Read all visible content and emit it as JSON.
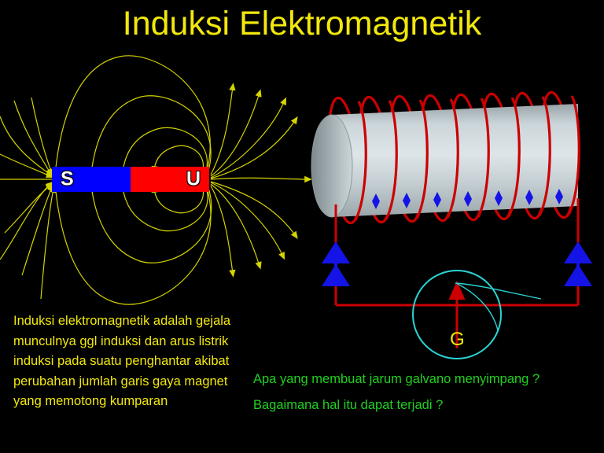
{
  "slide": {
    "title": "Induksi Elektromagnetik",
    "background_color": "#000000",
    "title_color": "#f2e80c"
  },
  "magnet": {
    "south_pole_label": "S",
    "south_pole_color": "#0000ff",
    "north_pole_label": "U",
    "north_pole_color": "#ff0000",
    "label_color": "#ffffff"
  },
  "field_lines": {
    "color": "#d4d400",
    "description": "magnetic-field-lines"
  },
  "coil": {
    "body_color": "#b4c0c4",
    "wire_color": "#cc0000",
    "marker_color": "#1414e6",
    "turns": 8
  },
  "circuit": {
    "wire_color": "#cc0000",
    "current_arrow_color": "#1414e6"
  },
  "galvanometer": {
    "label": "G",
    "label_color": "#f2e80c",
    "circle_color": "#2ad4d4",
    "needle_color": "#cc0000"
  },
  "definition": {
    "text": "Induksi elektromagnetik adalah gejala munculnya ggl induksi dan arus listrik induksi pada suatu penghantar akibat perubahan jumlah garis gaya magnet yang memotong kumparan",
    "color": "#f2e80c"
  },
  "questions": {
    "color": "#1fd11f",
    "items": [
      "Apa yang membuat jarum galvano menyimpang ?",
      "Bagaimana hal itu dapat terjadi ?"
    ]
  }
}
